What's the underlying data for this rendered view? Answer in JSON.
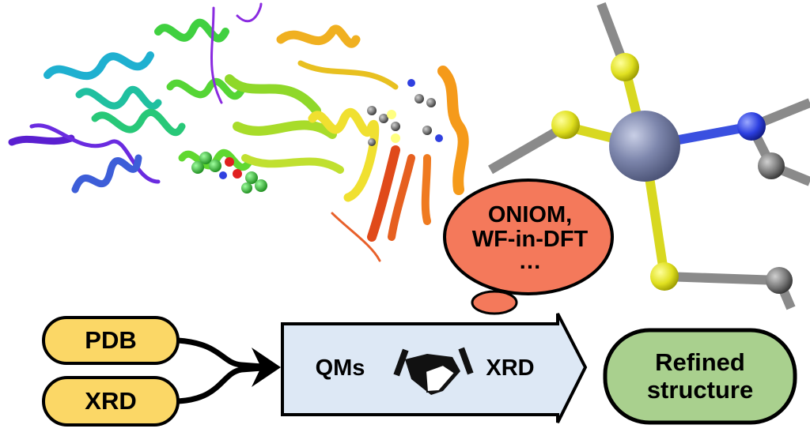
{
  "inputs": [
    {
      "label": "PDB",
      "color": "#fbd766"
    },
    {
      "label": "XRD",
      "color": "#fbd766"
    }
  ],
  "process": {
    "left_label": "QMs",
    "right_label": "XRD",
    "icon": "handshake-icon",
    "color": "#dde8f5"
  },
  "output": {
    "label_line1": "Refined",
    "label_line2": "structure",
    "color": "#a9d08e"
  },
  "thought_bubble": {
    "line1": "ONIOM,",
    "line2": "WF-in-DFT",
    "line3": "…",
    "color": "#f4795b"
  },
  "images": {
    "protein": "protein-ribbon-structure",
    "metal_site": "metal-coordination-site"
  }
}
